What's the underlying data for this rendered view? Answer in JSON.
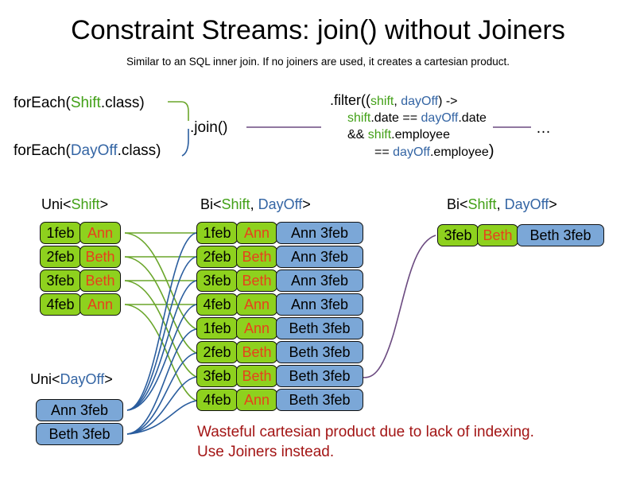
{
  "header": {
    "title": "Constraint Streams: join() without Joiners",
    "subtitle": "Similar to an SQL inner join. If no joiners are used, it creates a cartesian product."
  },
  "colors": {
    "shift_green": "#42a017",
    "dayoff_blue": "#3465a4",
    "box_green": "#8ed11e",
    "box_blue": "#7ba7d7",
    "name_orange": "#e8401c",
    "warning_red": "#a31515",
    "wire_green": "#6aa62a",
    "wire_blue": "#2a5d9e",
    "wire_purple": "#6b4a80"
  },
  "code": {
    "foreach_shift": {
      "prefix": "forEach(",
      "type": "Shift",
      "suffix": ".class)"
    },
    "foreach_dayoff": {
      "prefix": "forEach(",
      "type": "DayOff",
      "suffix": ".class)"
    },
    "join_label": ".join()",
    "ellipsis": "…",
    "filter": {
      "line1_prefix": ".filter((",
      "line1_a": "shift",
      "line1_comma": ", ",
      "line1_b": "dayOff",
      "line1_suffix": ") ->",
      "line2_a": "shift",
      "line2_mid": ".date == ",
      "line2_b": "dayOff",
      "line2_suffix": ".date",
      "line3_prefix": "&& ",
      "line3_a": "shift",
      "line3_suffix": ".employee",
      "line4_prefix": "== ",
      "line4_b": "dayOff",
      "line4_suffix": ".employee",
      "line4_close": ")"
    }
  },
  "streams": {
    "uni_shift": {
      "prefix": "Uni<",
      "type": "Shift",
      "suffix": ">"
    },
    "uni_dayoff": {
      "prefix": "Uni<",
      "type": "DayOff",
      "suffix": ">"
    },
    "bi_middle": {
      "prefix": "Bi<",
      "type_a": "Shift",
      "comma": ", ",
      "type_b": "DayOff",
      "suffix": ">"
    },
    "bi_right": {
      "prefix": "Bi<",
      "type_a": "Shift",
      "comma": ", ",
      "type_b": "DayOff",
      "suffix": ">"
    }
  },
  "shifts": [
    {
      "date": "1feb",
      "employee": "Ann"
    },
    {
      "date": "2feb",
      "employee": "Beth"
    },
    {
      "date": "3feb",
      "employee": "Beth"
    },
    {
      "date": "4feb",
      "employee": "Ann"
    }
  ],
  "dayoffs": [
    {
      "label": "Ann 3feb"
    },
    {
      "label": "Beth 3feb"
    }
  ],
  "cartesian": [
    {
      "date": "1feb",
      "employee": "Ann",
      "dayoff": "Ann 3feb"
    },
    {
      "date": "2feb",
      "employee": "Beth",
      "dayoff": "Ann 3feb"
    },
    {
      "date": "3feb",
      "employee": "Beth",
      "dayoff": "Ann 3feb"
    },
    {
      "date": "4feb",
      "employee": "Ann",
      "dayoff": "Ann 3feb"
    },
    {
      "date": "1feb",
      "employee": "Ann",
      "dayoff": "Beth 3feb"
    },
    {
      "date": "2feb",
      "employee": "Beth",
      "dayoff": "Beth 3feb"
    },
    {
      "date": "3feb",
      "employee": "Beth",
      "dayoff": "Beth 3feb"
    },
    {
      "date": "4feb",
      "employee": "Ann",
      "dayoff": "Beth 3feb"
    }
  ],
  "result": [
    {
      "date": "3feb",
      "employee": "Beth",
      "dayoff": "Beth 3feb"
    }
  ],
  "warning": {
    "line1": "Wasteful cartesian product due to lack of indexing.",
    "line2": "Use Joiners instead."
  }
}
